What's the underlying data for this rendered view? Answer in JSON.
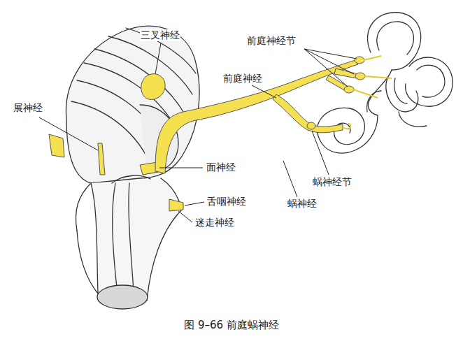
{
  "diagram": {
    "caption": "图 9–66 前庭蜗神经",
    "labels": [
      "三叉神经",
      "前庭神经节",
      "前庭神经",
      "展神经",
      "面神经",
      "舌咽神经",
      "迷走神经",
      "蜗神经节",
      "蜗神经"
    ]
  }
}
